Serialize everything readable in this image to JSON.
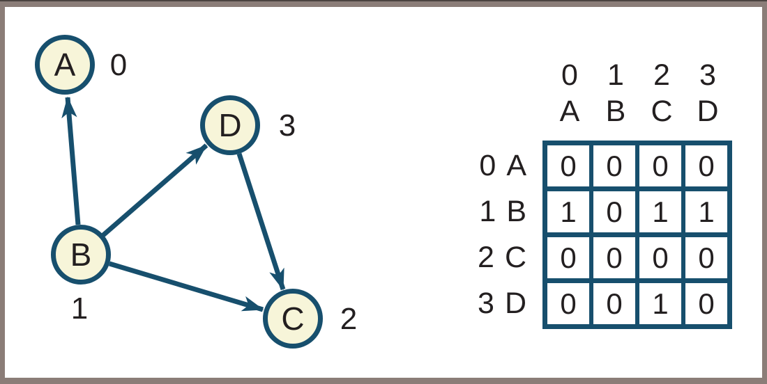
{
  "figure": {
    "description": "Directed graph and its adjacency matrix",
    "colors": {
      "line_teal": "#174f6d",
      "node_fill": "#f7f5d9",
      "text": "#231f20",
      "frame": "#8b7d78"
    }
  },
  "graph": {
    "nodes": [
      {
        "id": "A",
        "index": "0"
      },
      {
        "id": "B",
        "index": "1"
      },
      {
        "id": "C",
        "index": "2"
      },
      {
        "id": "D",
        "index": "3"
      }
    ],
    "edges": [
      {
        "from": "B",
        "to": "A"
      },
      {
        "from": "B",
        "to": "D"
      },
      {
        "from": "B",
        "to": "C"
      },
      {
        "from": "D",
        "to": "C"
      }
    ]
  },
  "matrix": {
    "col_indices": [
      "0",
      "1",
      "2",
      "3"
    ],
    "col_labels": [
      "A",
      "B",
      "C",
      "D"
    ],
    "rows": [
      {
        "index": "0",
        "label": "A",
        "values": [
          "0",
          "0",
          "0",
          "0"
        ]
      },
      {
        "index": "1",
        "label": "B",
        "values": [
          "1",
          "0",
          "1",
          "1"
        ]
      },
      {
        "index": "2",
        "label": "C",
        "values": [
          "0",
          "0",
          "0",
          "0"
        ]
      },
      {
        "index": "3",
        "label": "D",
        "values": [
          "0",
          "0",
          "1",
          "0"
        ]
      }
    ]
  }
}
